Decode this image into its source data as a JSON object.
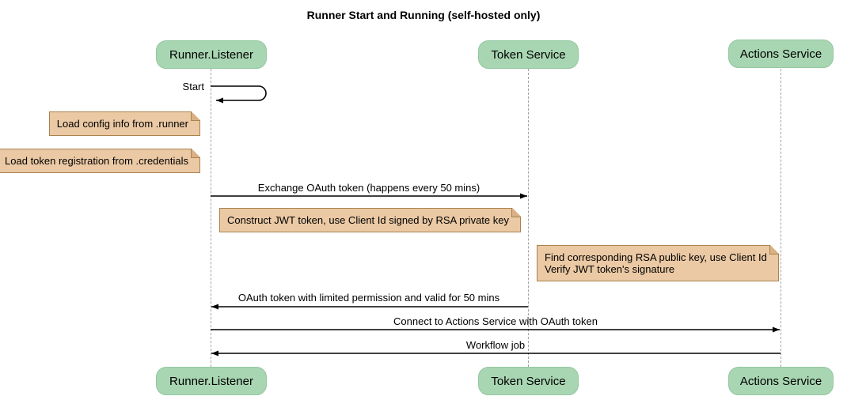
{
  "diagram": {
    "title": "Runner Start and Running (self-hosted only)",
    "participants": [
      {
        "label": "Runner.Listener"
      },
      {
        "label": "Token Service"
      },
      {
        "label": "Actions Service"
      }
    ],
    "self_message": {
      "label": "Start",
      "participant": "Runner.Listener"
    },
    "notes": [
      {
        "text": "Load config info from .runner",
        "over": "Runner.Listener"
      },
      {
        "text": "Load token registration from .credentials",
        "over": "Runner.Listener"
      },
      {
        "text": "Construct JWT token, use Client Id signed by RSA private key",
        "over": "Runner.Listener"
      },
      {
        "lines": [
          "Find corresponding RSA public key, use Client Id",
          "Verify JWT token's signature"
        ],
        "over": "Token Service"
      }
    ],
    "messages": [
      {
        "text": "Exchange OAuth token (happens every 50 mins)",
        "from": "Runner.Listener",
        "to": "Token Service"
      },
      {
        "text": "OAuth token with limited permission and valid for 50 mins",
        "from": "Token Service",
        "to": "Runner.Listener"
      },
      {
        "text": "Connect to Actions Service with OAuth token",
        "from": "Runner.Listener",
        "to": "Actions Service"
      },
      {
        "text": "Workflow job",
        "from": "Actions Service",
        "to": "Runner.Listener"
      }
    ],
    "colors": {
      "participant_fill": "#a8d6b2",
      "participant_border": "#93c6a0",
      "note_fill": "#ebc9a4",
      "note_border": "#a9824f",
      "note_fold": "#d9b184",
      "lifeline": "#a3a3a3",
      "arrow": "#000000"
    }
  }
}
